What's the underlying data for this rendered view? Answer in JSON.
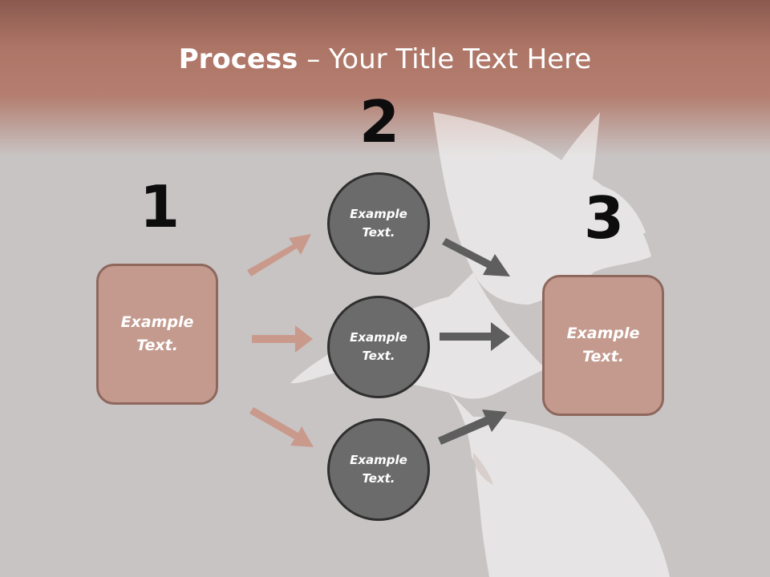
{
  "title": {
    "bold": "Process",
    "rest": " – Your Title Text Here"
  },
  "steps": [
    {
      "number": "1",
      "label": "Example Text."
    },
    {
      "number": "2",
      "labels": [
        "Example Text.",
        "Example Text.",
        "Example Text."
      ]
    },
    {
      "number": "3",
      "label": "Example Text."
    }
  ],
  "colors": {
    "header": "#b47e70",
    "box_fill": "#c49a8e",
    "box_border": "#8e675d",
    "circle_fill": "#6b6b6b",
    "circle_border": "#2f2f2f",
    "arrow_light": "#c99a8c",
    "arrow_dark": "#5e5e5e"
  }
}
